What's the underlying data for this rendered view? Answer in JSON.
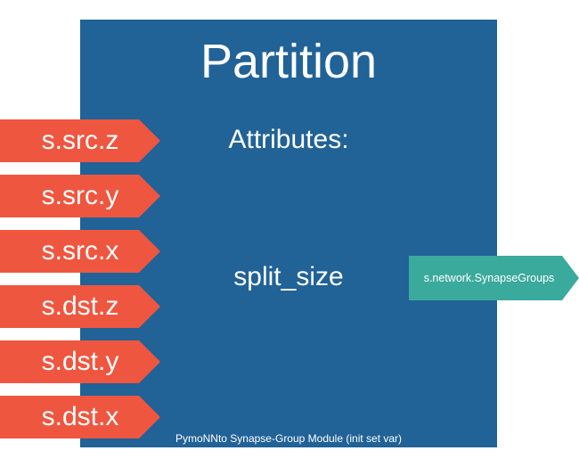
{
  "module": {
    "title": "Partition",
    "attributes_heading": "Attributes:",
    "attributes": [
      "split_size"
    ],
    "footer": "PymoNNto Synapse-Group Module (init set var)"
  },
  "inputs": [
    "s.src.z",
    "s.src.y",
    "s.src.x",
    "s.dst.z",
    "s.dst.y",
    "s.dst.x"
  ],
  "outputs": [
    "s.network.SynapseGroups"
  ],
  "colors": {
    "module_fill": "#216297",
    "input_arrow": "#EF5640",
    "output_arrow": "#3AAA9D",
    "text": "#FFFFFF"
  }
}
